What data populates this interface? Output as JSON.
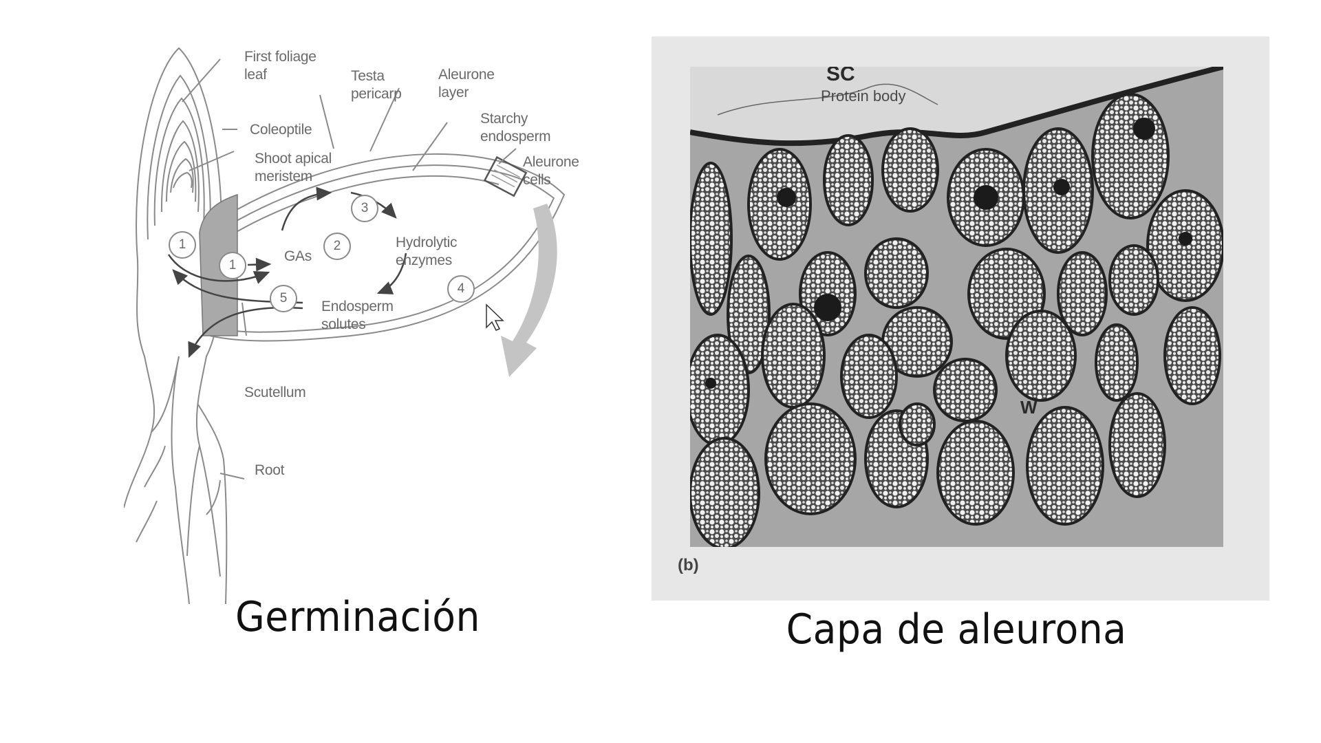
{
  "left_panel": {
    "caption": "Germinación",
    "labels": {
      "first_foliage_leaf": "First foliage\nleaf",
      "coleoptile": "Coleoptile",
      "shoot_apical_meristem": "Shoot apical\nmeristem",
      "testa_pericarp": "Testa\npericarp",
      "aleurone_layer": "Aleurone\nlayer",
      "starchy_endosperm": "Starchy\nendosperm",
      "aleurone_cells": "Aleurone\ncells",
      "gas": "GAs",
      "hydrolytic_enzymes": "Hydrolytic\nenzymes",
      "endosperm_solutes": "Endosperm\nsolutes",
      "scutellum": "Scutellum",
      "root": "Root"
    },
    "steps": [
      "1",
      "1",
      "2",
      "3",
      "4",
      "5"
    ]
  },
  "right_panel": {
    "caption": "Capa de aleurona",
    "panel_letter": "(b)",
    "labels": {
      "sc": "SC",
      "protein_body": "Protein body",
      "w": "W"
    }
  },
  "colors": {
    "background": "#ffffff",
    "line": "#8a8a8a",
    "label_text": "#6a6a6a",
    "scutellum_fill": "#a9a9a9",
    "big_arrow": "#c4c4c4",
    "photo_frame": "#e7e7e8",
    "caption_text": "#111111"
  }
}
